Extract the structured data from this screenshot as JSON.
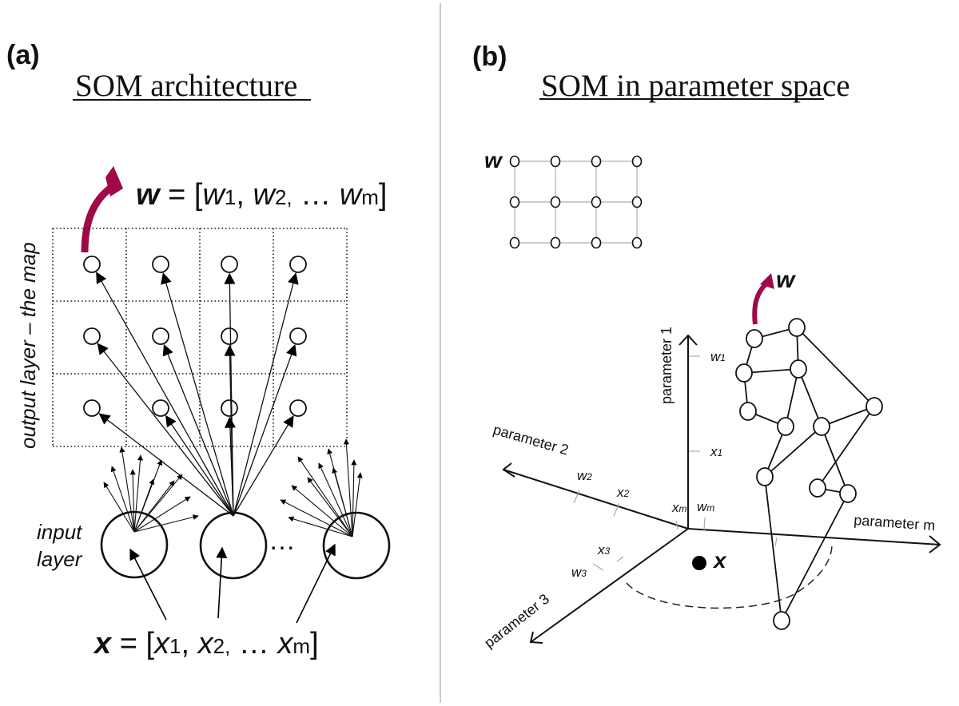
{
  "panel_a": {
    "label": "(a)",
    "title": "SOM architecture",
    "weight_formula": {
      "lhs": "w",
      "eq": " = [",
      "terms": [
        {
          "base": "w",
          "sub": "1",
          "sep": ", "
        },
        {
          "base": "w",
          "sub": "2,",
          "sep": " … "
        },
        {
          "base": "w",
          "sub": "m",
          "sep": ""
        }
      ],
      "close": "]"
    },
    "input_formula": {
      "lhs": "x",
      "eq": " = [",
      "terms": [
        {
          "base": "x",
          "sub": "1",
          "sep": ", "
        },
        {
          "base": "x",
          "sub": "2,",
          "sep": " … "
        },
        {
          "base": "x",
          "sub": "m",
          "sep": ""
        }
      ],
      "close": "]"
    },
    "output_layer_label": "output layer – the map",
    "input_layer_label_line1": "input",
    "input_layer_label_line2": "layer",
    "ellipsis": "…",
    "grid": {
      "rows": 3,
      "cols": 4
    },
    "input_neurons": 3,
    "arrow_color": "#a0084a"
  },
  "panel_b": {
    "label": "(b)",
    "title": "SOM in parameter space",
    "grid_label": "w",
    "grid": {
      "rows": 3,
      "cols": 4
    },
    "network_label": "w",
    "input_point_label": "x",
    "axes": {
      "p1": "parameter 1",
      "p2": "parameter 2",
      "p3": "parameter 3",
      "pm": "parameter m"
    },
    "ticks": {
      "w1": {
        "base": "w",
        "sub": "1"
      },
      "x1": {
        "base": "x",
        "sub": "1"
      },
      "w2": {
        "base": "w",
        "sub": "2"
      },
      "x2": {
        "base": "x",
        "sub": "2"
      },
      "w3": {
        "base": "w",
        "sub": "3"
      },
      "x3": {
        "base": "x",
        "sub": "3"
      },
      "xm": {
        "base": "x",
        "sub": "m"
      },
      "wm": {
        "base": "w",
        "sub": "m"
      }
    },
    "arrow_color": "#a0084a"
  },
  "divider_color": "#c8c8c8"
}
